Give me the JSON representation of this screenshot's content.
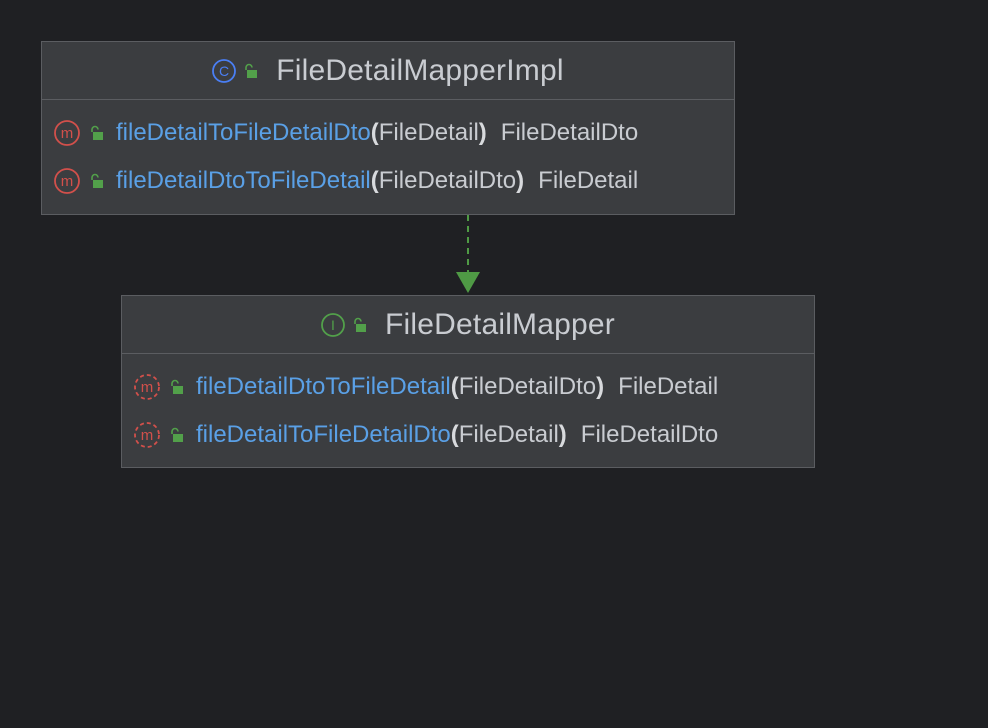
{
  "colors": {
    "background": "#1f2023",
    "node_fill": "#3b3d40",
    "node_border": "#5b5d61",
    "method_name": "#5aa0e6",
    "class_icon": "#4a7ff5",
    "interface_icon": "#52a04a",
    "method_icon": "#d2504b",
    "lock_icon": "#52a04a",
    "edge": "#4f9a45"
  },
  "diagram": {
    "nodes": [
      {
        "kind": "class",
        "kind_icon": "class-icon",
        "title": "FileDetailMapperImpl",
        "members": [
          {
            "icon": "method-icon",
            "name": "fileDetailToFileDetailDto",
            "open": "(",
            "params": "FileDetail",
            "close": ")",
            "return_type": "FileDetailDto"
          },
          {
            "icon": "method-icon",
            "name": "fileDetailDtoToFileDetail",
            "open": "(",
            "params": "FileDetailDto",
            "close": ")",
            "return_type": "FileDetail"
          }
        ]
      },
      {
        "kind": "interface",
        "kind_icon": "interface-icon",
        "title": "FileDetailMapper",
        "members": [
          {
            "icon": "abstract-method-icon",
            "name": "fileDetailDtoToFileDetail",
            "open": "(",
            "params": "FileDetailDto",
            "close": ")",
            "return_type": "FileDetail"
          },
          {
            "icon": "abstract-method-icon",
            "name": "fileDetailToFileDetailDto",
            "open": "(",
            "params": "FileDetail",
            "close": ")",
            "return_type": "FileDetailDto"
          }
        ]
      }
    ],
    "edges": [
      {
        "from": "FileDetailMapperImpl",
        "to": "FileDetailMapper",
        "relation": "implements",
        "style": "dashed"
      }
    ]
  }
}
